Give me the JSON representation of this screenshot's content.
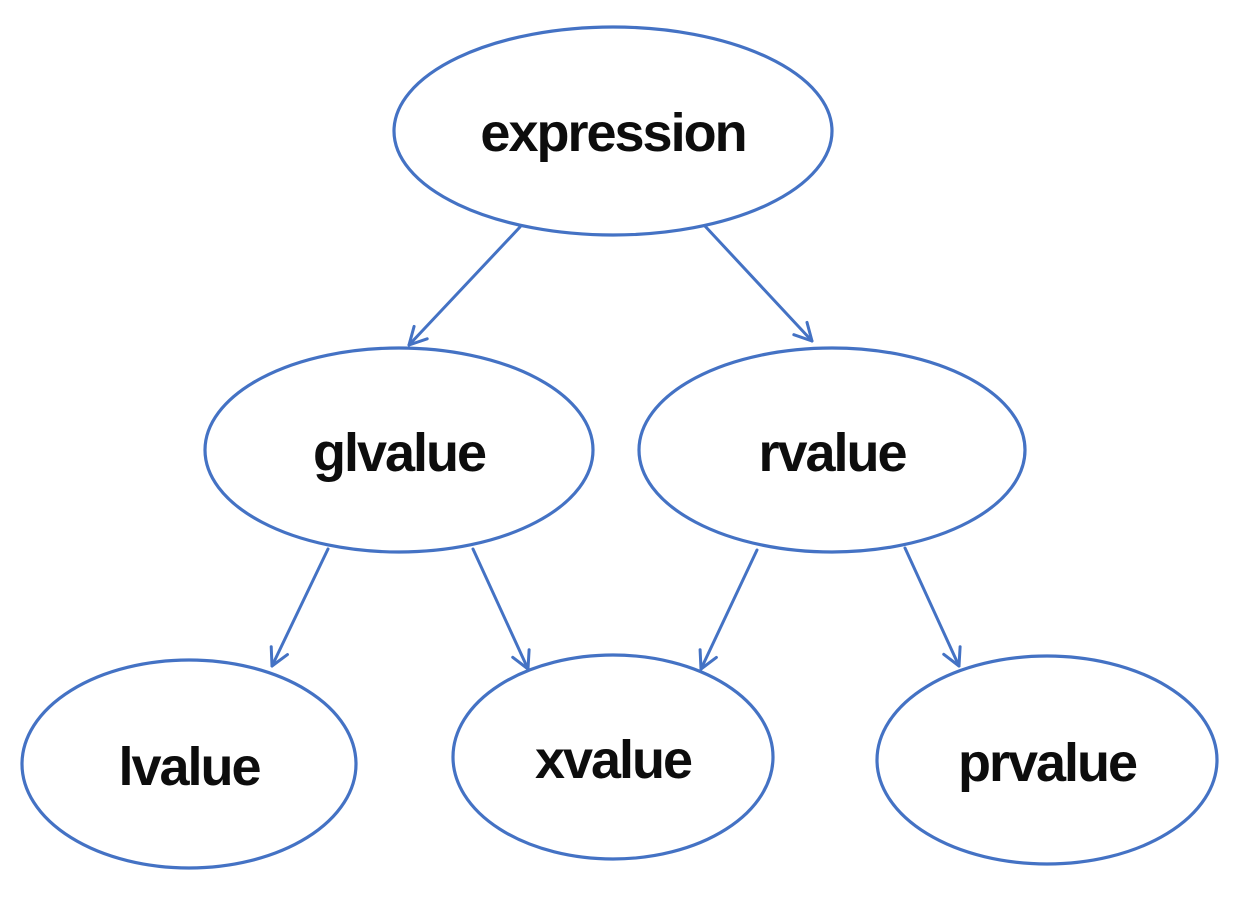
{
  "diagram": {
    "background_color": "#ffffff",
    "line_color": "#4472C4",
    "text_color": "#0d0d0d",
    "nodes": [
      {
        "id": "expression",
        "label": "expression",
        "level": 0
      },
      {
        "id": "glvalue",
        "label": "glvalue",
        "level": 1
      },
      {
        "id": "rvalue",
        "label": "rvalue",
        "level": 1
      },
      {
        "id": "lvalue",
        "label": "lvalue",
        "level": 2
      },
      {
        "id": "xvalue",
        "label": "xvalue",
        "level": 2
      },
      {
        "id": "prvalue",
        "label": "prvalue",
        "level": 2
      }
    ],
    "edges": [
      {
        "from": "expression",
        "to": "glvalue"
      },
      {
        "from": "expression",
        "to": "rvalue"
      },
      {
        "from": "glvalue",
        "to": "lvalue"
      },
      {
        "from": "glvalue",
        "to": "xvalue"
      },
      {
        "from": "rvalue",
        "to": "xvalue"
      },
      {
        "from": "rvalue",
        "to": "prvalue"
      }
    ]
  }
}
